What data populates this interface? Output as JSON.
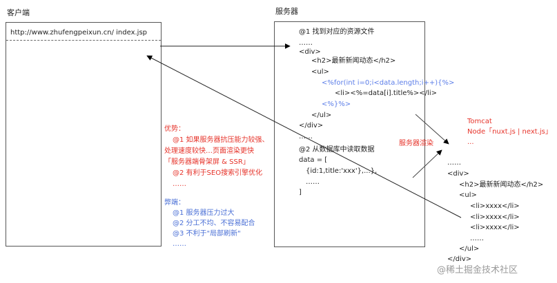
{
  "client": {
    "title": "客户端",
    "url": "http://www.zhufengpeixun.cn/ index.jsp"
  },
  "server": {
    "title": "服务器",
    "lines": [
      "@1 找到对应的资源文件",
      "……",
      "<div>",
      "<h2>最新新闻动态</h2>",
      "<ul>",
      "<%for(int i=0;i<data.length;i++){%>",
      "<li><%=data[i].title%></li>",
      "<%}%>",
      "</ul>",
      "</div>",
      "……",
      "@2 从数据库中读取数据",
      "data = [",
      "{id:1,title:'xxx'},...},",
      "……",
      "]"
    ]
  },
  "pros": {
    "title": "优势：",
    "lines": [
      "@1 如果服务器抗压能力较强、",
      "处理速度较快…页面渲染更快",
      "「服务器端骨架屏 & SSR」",
      "@2 有利于SEO搜索引擎优化",
      "……"
    ]
  },
  "cons": {
    "title": "弊端：",
    "lines": [
      "@1  服务器压力过大",
      "@2 分工不均、不容易配合",
      "@3 不利于\"局部刷新\"",
      "……"
    ]
  },
  "render_label": "服务器渲染",
  "tomcat": [
    "Tomcat",
    "Node「nuxt.js | next.js」",
    "..."
  ],
  "output": [
    "……",
    "<div>",
    "<h2>最新新闻动态</h2>",
    "<ul>",
    "<li>xxxx</li>",
    "<li>xxxx</li>",
    "<li>xxxx</li>",
    "……",
    "</ul>",
    "</div>"
  ],
  "watermark": "@稀土掘金技术社区",
  "colors": {
    "red": "#e6332a",
    "blue": "#4a6fd6",
    "code_blue": "#5b7de8"
  }
}
